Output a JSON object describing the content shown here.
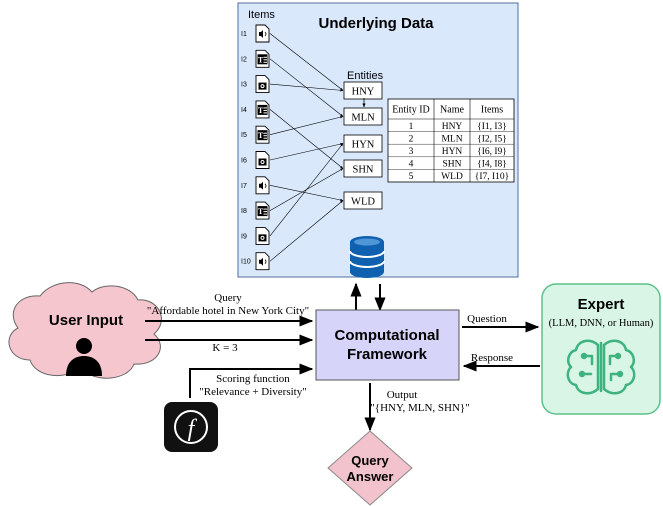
{
  "underlying_data": {
    "title": "Underlying Data",
    "items_label": "Items",
    "entities_label": "Entities",
    "items": [
      {
        "id": "I1",
        "icon": "audio-file-icon"
      },
      {
        "id": "I2",
        "icon": "text-file-icon"
      },
      {
        "id": "I3",
        "icon": "image-file-icon"
      },
      {
        "id": "I4",
        "icon": "text-file-icon"
      },
      {
        "id": "I5",
        "icon": "text-file-icon"
      },
      {
        "id": "I6",
        "icon": "image-file-icon"
      },
      {
        "id": "I7",
        "icon": "audio-file-icon"
      },
      {
        "id": "I8",
        "icon": "text-file-icon"
      },
      {
        "id": "I9",
        "icon": "image-file-icon"
      },
      {
        "id": "I10",
        "icon": "audio-file-icon"
      }
    ],
    "entities": [
      "HNY",
      "MLN",
      "HYN",
      "SHN",
      "WLD"
    ],
    "table": {
      "headers": [
        "Entity ID",
        "Name",
        "Items"
      ],
      "rows": [
        [
          "1",
          "HNY",
          "{I1, I3}"
        ],
        [
          "2",
          "MLN",
          "{I2, I5}"
        ],
        [
          "3",
          "HYN",
          "{I6, I9}"
        ],
        [
          "4",
          "SHN",
          "{I4, I8}"
        ],
        [
          "5",
          "WLD",
          "{I7, I10}"
        ]
      ]
    },
    "database_icon": "database-icon"
  },
  "user_input": {
    "label": "User Input",
    "icon": "user-icon"
  },
  "inputs": {
    "query_label": "Query",
    "query_text": "\"Affordable hotel in New York City\"",
    "k_text": "K = 3",
    "scoring_label": "Scoring function",
    "scoring_text": "\"Relevance + Diversity\"",
    "function_icon": "function-icon"
  },
  "framework": {
    "line1": "Computational",
    "line2": "Framework"
  },
  "expert": {
    "title": "Expert",
    "subtitle": "(LLM, DNN, or Human)",
    "icon": "brain-circuit-icon",
    "question_label": "Question",
    "response_label": "Response"
  },
  "output": {
    "label": "Output",
    "value": "\"{HNY, MLN, SHN}\"",
    "answer_line1": "Query",
    "answer_line2": "Answer"
  },
  "colors": {
    "data_panel": "#dae8fc",
    "framework": "#d6d5f9",
    "expert": "#d8f5e6",
    "expert_border": "#5cc08a",
    "user_cloud": "#f5c6cd",
    "query_answer": "#f2c3cc",
    "database": "#1060b0",
    "brain": "#3fb37f",
    "function_bg": "#111111"
  }
}
